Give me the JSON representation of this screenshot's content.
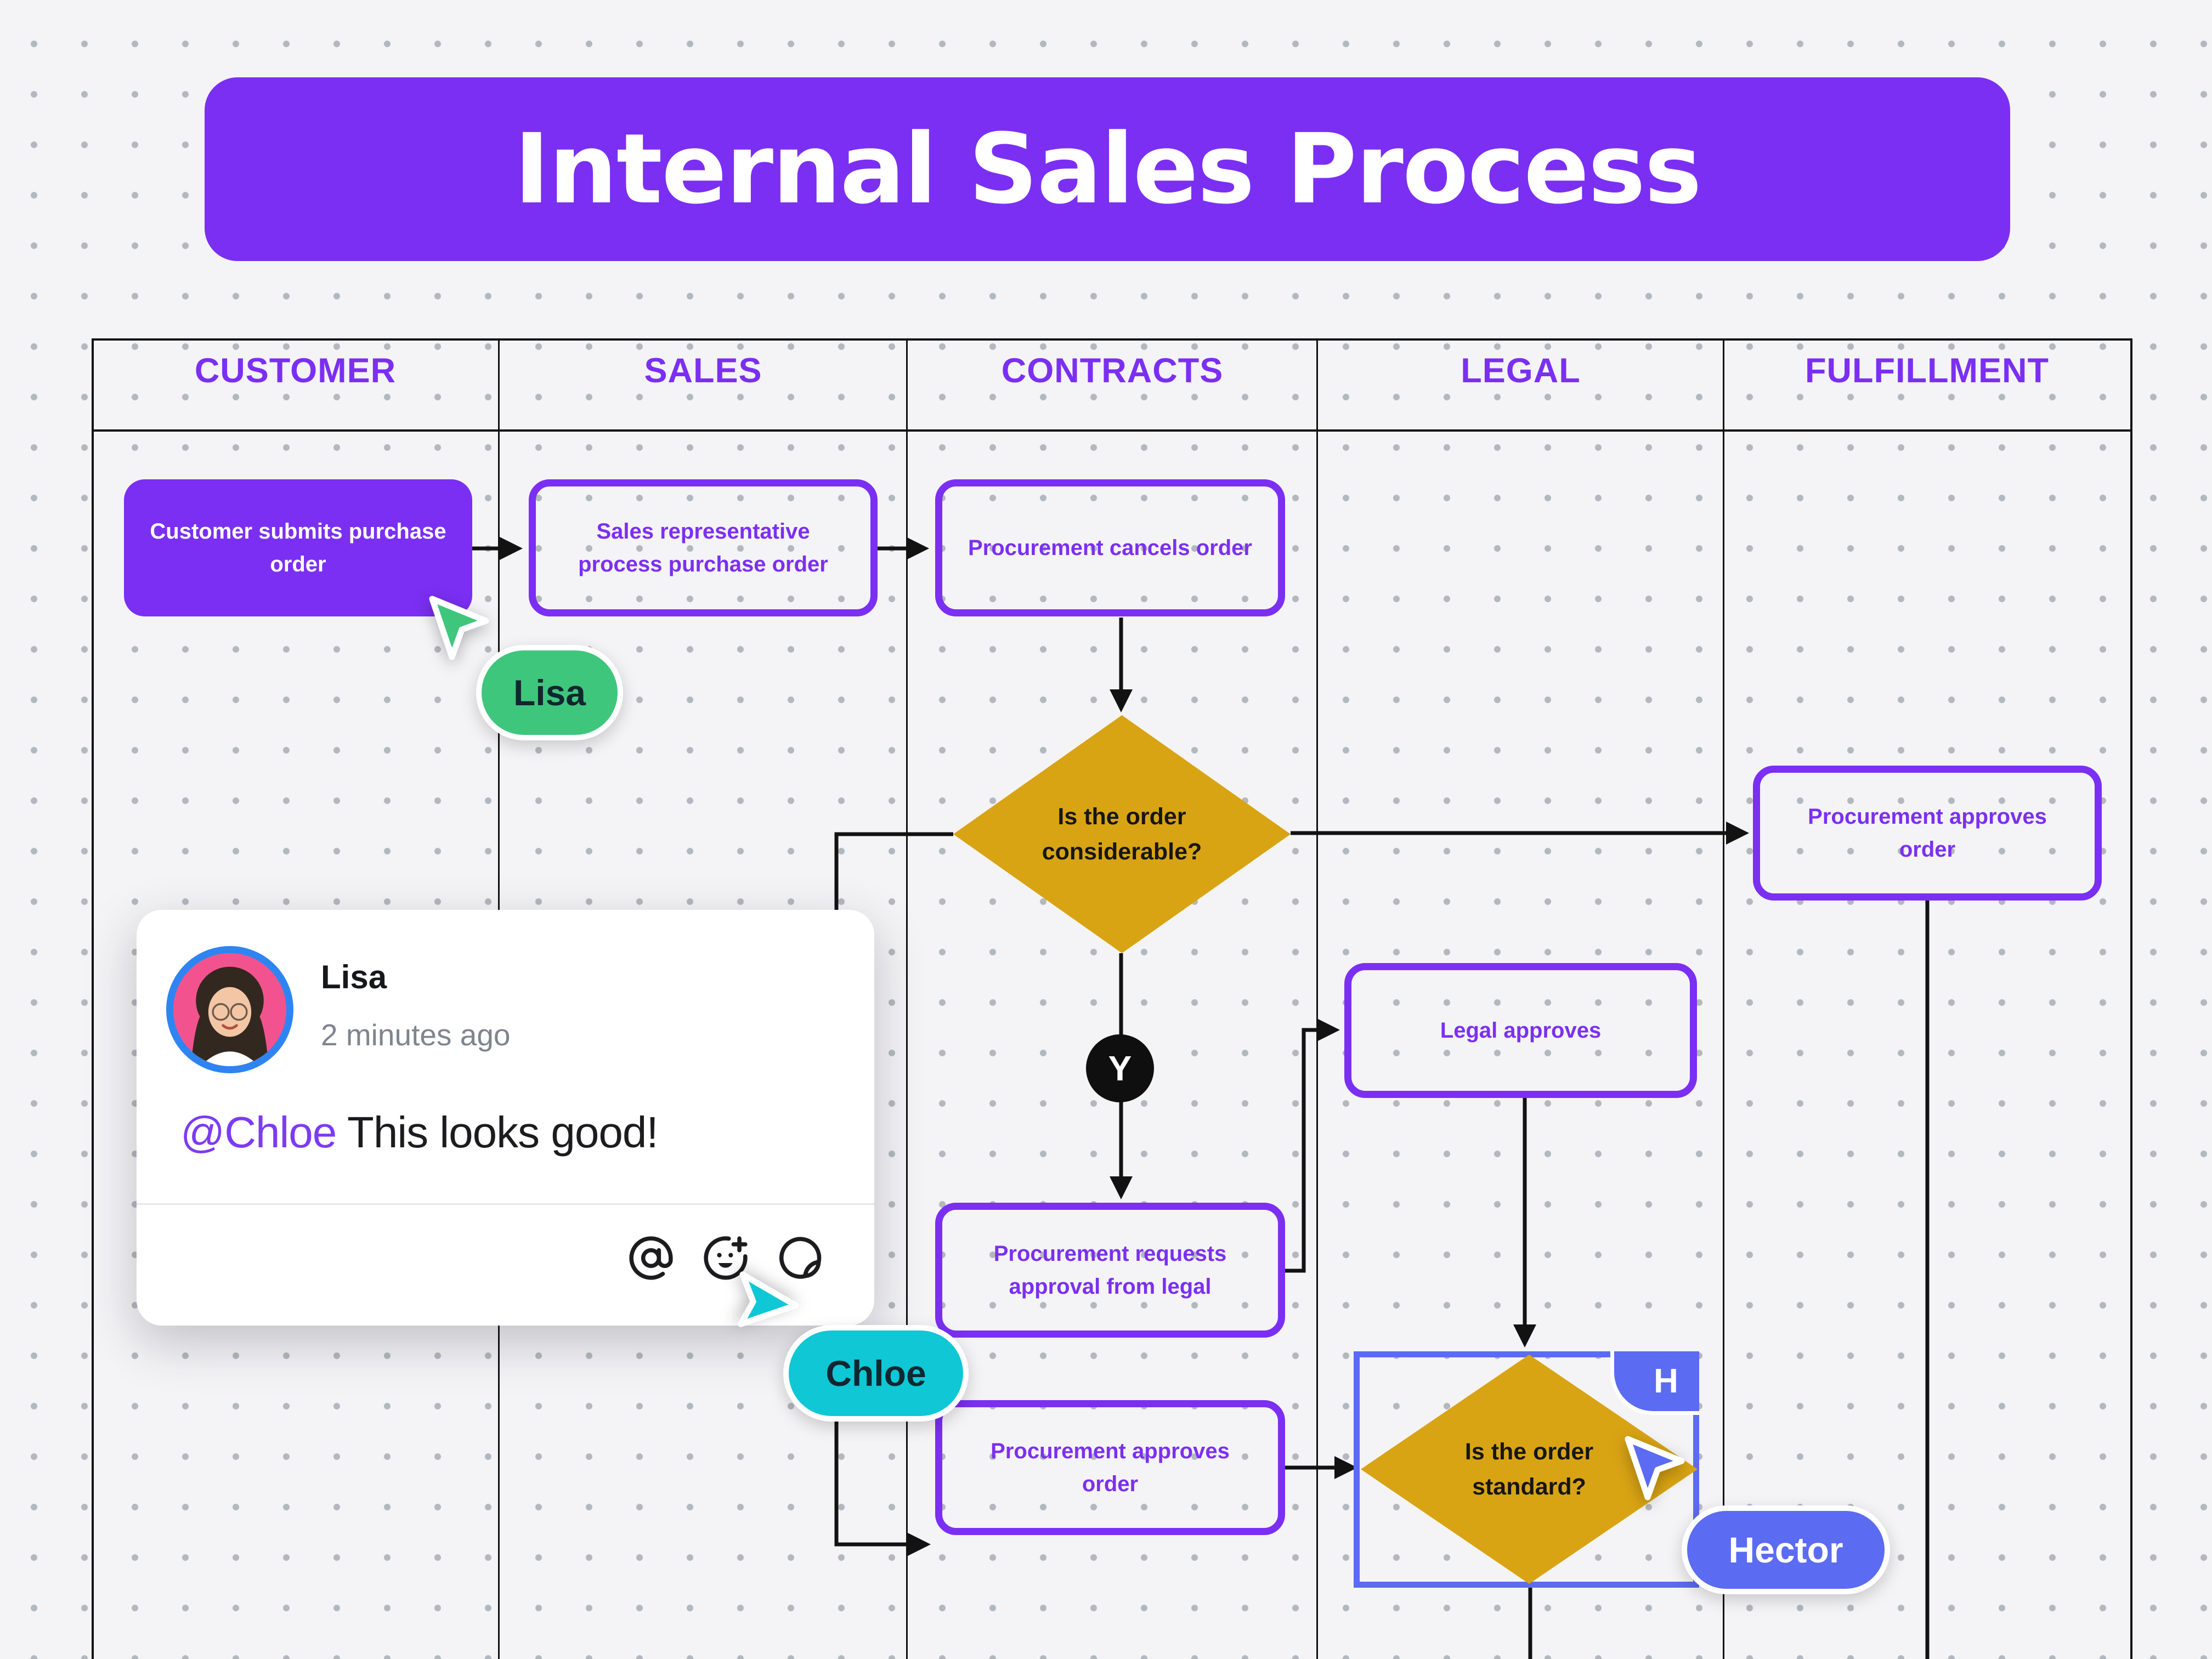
{
  "title": "Internal Sales Process",
  "lanes": [
    {
      "label": "CUSTOMER"
    },
    {
      "label": "SALES"
    },
    {
      "label": "CONTRACTS"
    },
    {
      "label": "LEGAL"
    },
    {
      "label": "FULFILLMENT"
    }
  ],
  "nodes": {
    "customer_submit": {
      "label": "Customer submits purchase order",
      "style": "filled-purple"
    },
    "sales_process": {
      "label": "Sales representative process purchase order",
      "style": "outlined"
    },
    "procurement_cancel": {
      "label": "Procurement cancels order",
      "style": "outlined"
    },
    "considerable_decision": {
      "label": "Is the order considerable?",
      "style": "gold-diamond"
    },
    "fulfillment_approve": {
      "label": "Procurement approves order",
      "style": "outlined"
    },
    "legal_approve": {
      "label": "Legal approves",
      "style": "outlined"
    },
    "request_legal": {
      "label": "Procurement requests approval from legal",
      "style": "outlined"
    },
    "contracts_approve": {
      "label": "Procurement approves order",
      "style": "outlined"
    },
    "standard_decision": {
      "label": "Is the order standard?",
      "style": "gold-diamond",
      "selected_by": "Hector"
    }
  },
  "connector_labels": {
    "yes": "Y"
  },
  "collaborators": {
    "lisa": {
      "name": "Lisa",
      "color": "#3fc67d",
      "cursor": "green-cursor"
    },
    "chloe": {
      "name": "Chloe",
      "color": "#0fc7d5",
      "cursor": "teal-cursor"
    },
    "hector": {
      "name": "Hector",
      "color": "#5b6bf2",
      "cursor": "blue-cursor",
      "initial": "H"
    }
  },
  "comment": {
    "author": "Lisa",
    "timestamp": "2 minutes ago",
    "mention": "@Chloe",
    "text": " This looks good!",
    "icons": [
      "mention-icon",
      "add-emoji-icon",
      "sticker-icon"
    ]
  },
  "colors": {
    "accent_purple": "#7b2ff2",
    "decision_gold": "#d9a414",
    "selection_blue": "#5b6bf2",
    "avatar_ring_blue": "#2e85f2",
    "lisa_green": "#3fc67d",
    "chloe_teal": "#0fc7d5",
    "canvas_background": "#f4f4f6",
    "line_black": "#121212"
  }
}
